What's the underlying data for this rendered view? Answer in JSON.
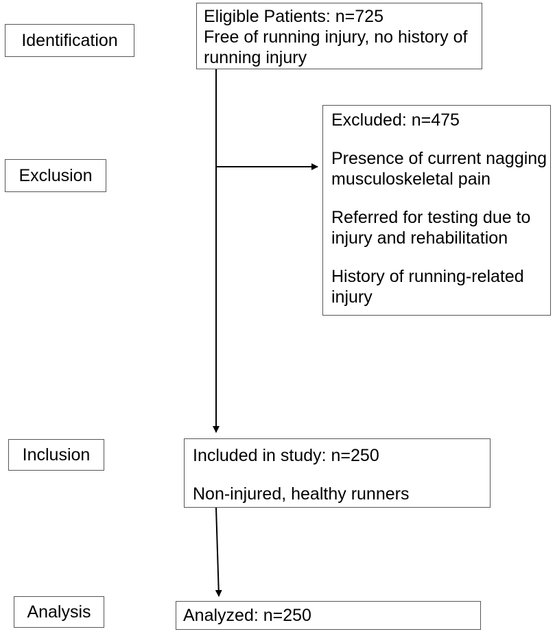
{
  "stages": {
    "identification": "Identification",
    "exclusion": "Exclusion",
    "inclusion": "Inclusion",
    "analysis": "Analysis"
  },
  "eligible": {
    "title": "Eligible Patients:  n=725",
    "line1": "Free of running injury, no history of",
    "line2": "running injury"
  },
  "excluded": {
    "title": "Excluded: n=475",
    "reason1_line1": "Presence of current nagging",
    "reason1_line2": "musculoskeletal pain",
    "reason2_line1": "Referred for testing due to",
    "reason2_line2": "injury and rehabilitation",
    "reason3_line1": "History of running-related",
    "reason3_line2": "injury"
  },
  "included": {
    "title": "Included in study:  n=250",
    "line1": "Non-injured, healthy runners"
  },
  "analyzed": {
    "title": "Analyzed: n=250"
  },
  "colors": {
    "box_border": "#555555",
    "arrow": "#000000",
    "text": "#000000"
  }
}
